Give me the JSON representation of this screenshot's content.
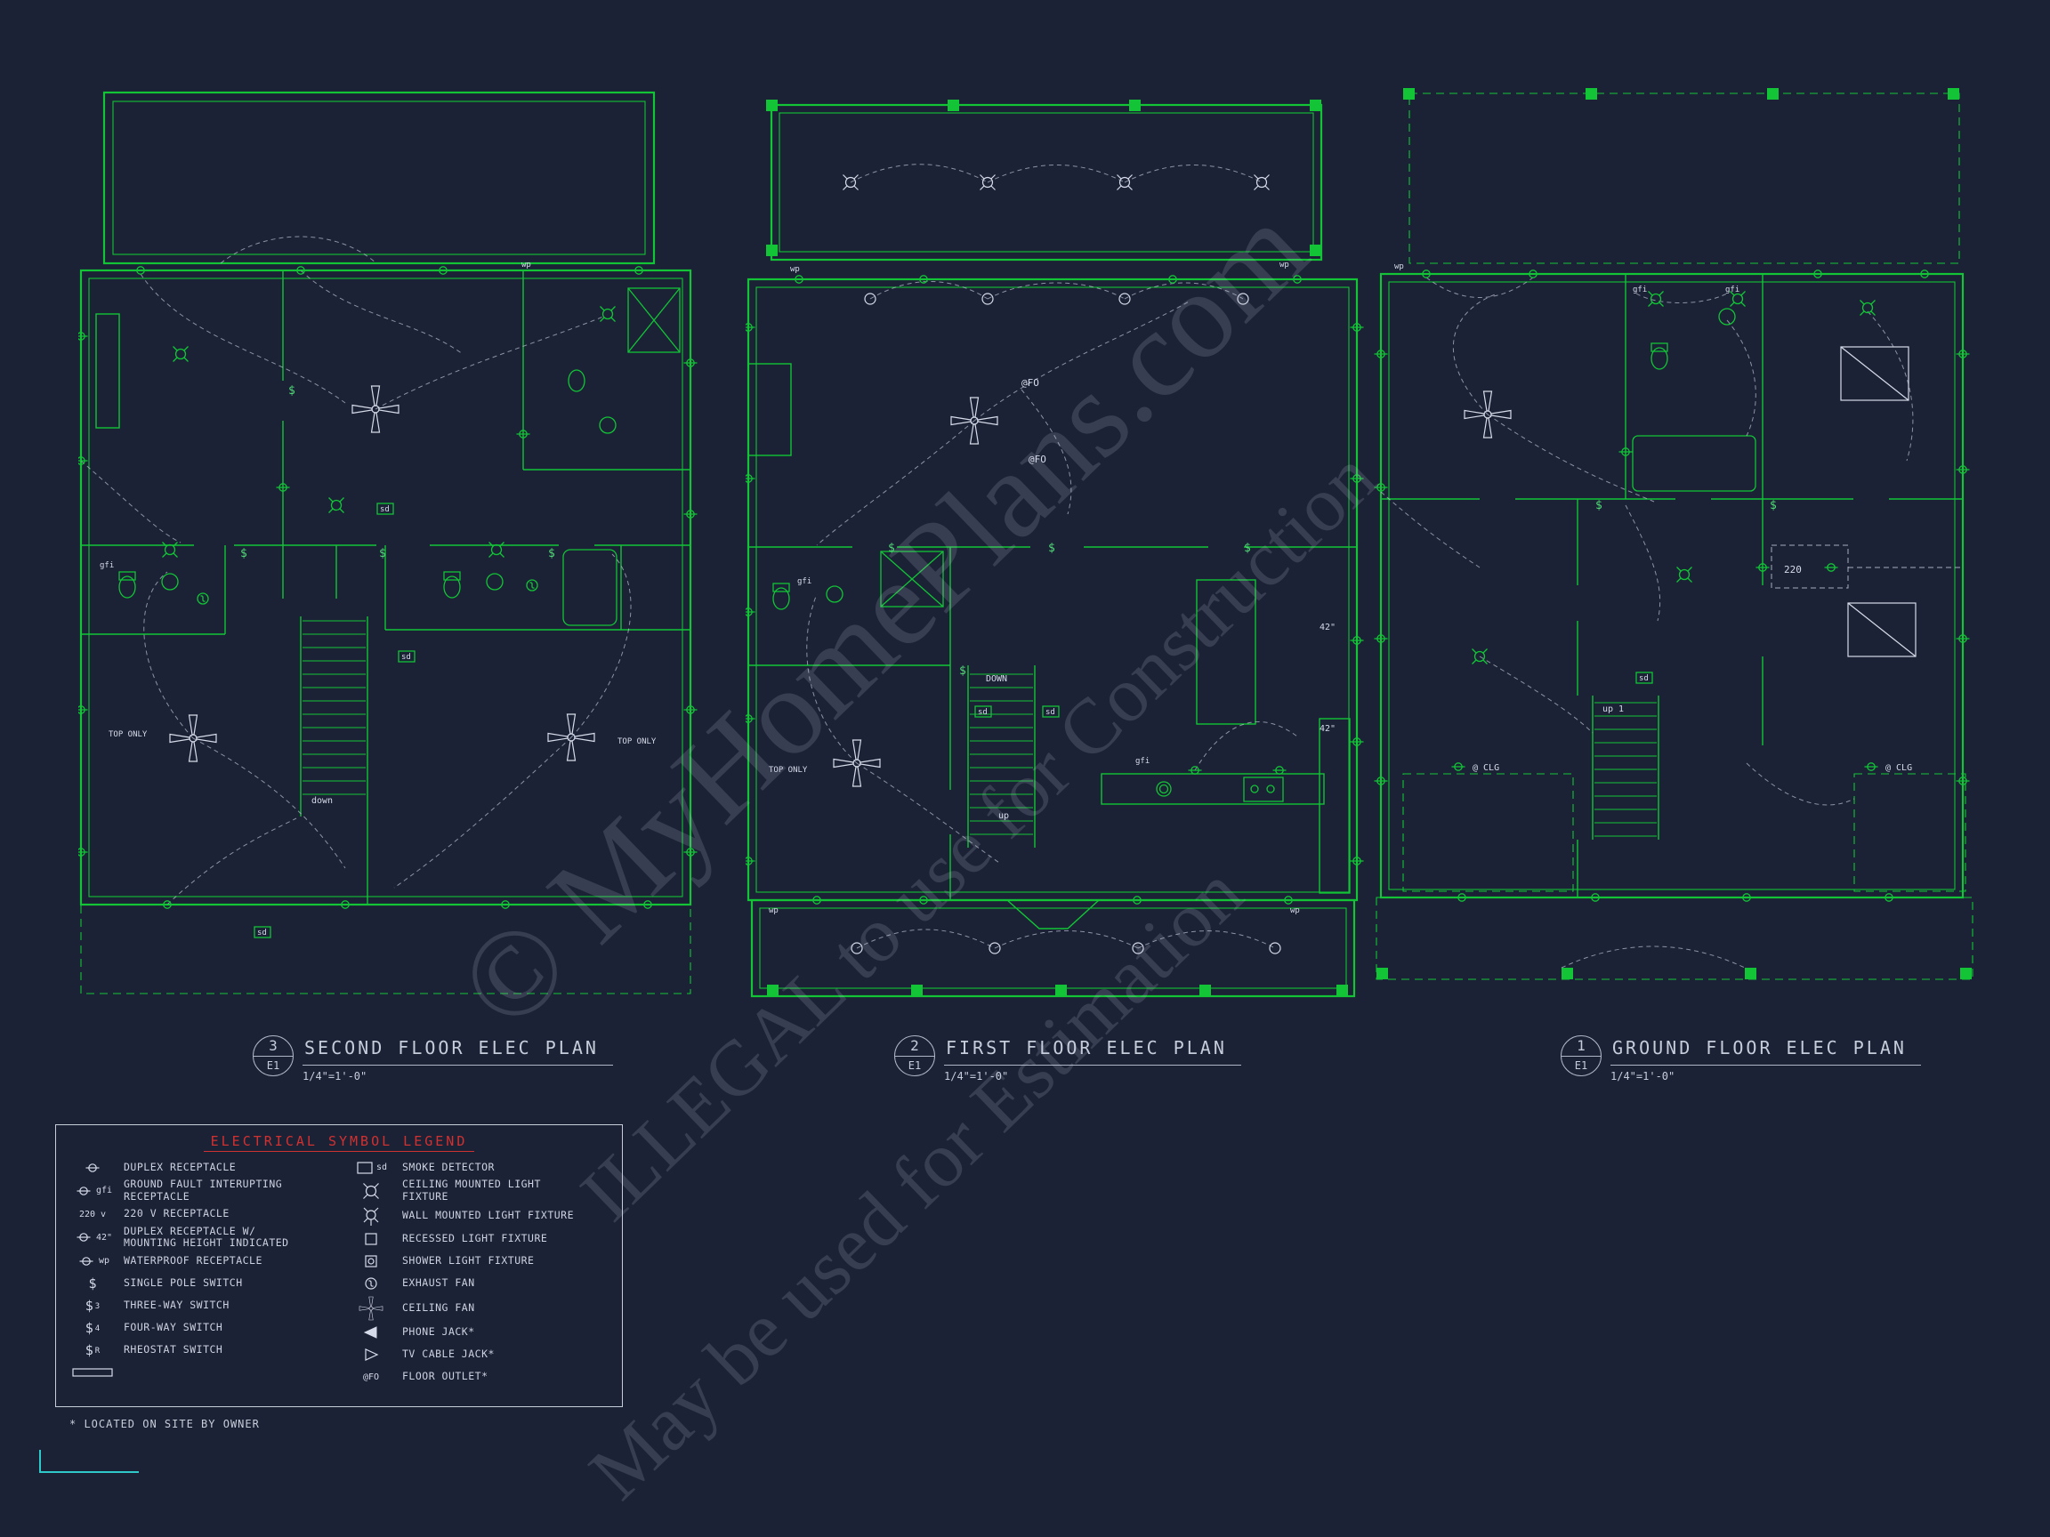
{
  "colors": {
    "background": "#1c2235",
    "cad_green": "#12c436",
    "wire_white": "#c7cfdf",
    "legend_red": "#d03131",
    "text_gray": "#c6cdda",
    "teal": "#2fc9c9"
  },
  "plans": [
    {
      "number": "3",
      "sheet": "E1",
      "title": "SECOND FLOOR ELEC PLAN",
      "scale": "1/4\"=1'-0\"",
      "labels": {
        "top_only": "TOP ONLY",
        "down": "down",
        "sd": "sd",
        "gfi": "gfi",
        "wp": "wp",
        "sw": "$"
      }
    },
    {
      "number": "2",
      "sheet": "E1",
      "title": "FIRST FLOOR ELEC PLAN",
      "scale": "1/4\"=1'-0\"",
      "labels": {
        "top_only": "TOP ONLY",
        "down": "DOWN",
        "up": "up",
        "sd": "sd",
        "gfi": "gfi",
        "wp": "wp",
        "sw": "$",
        "floor_outlet": "@FO",
        "h42": "42\""
      }
    },
    {
      "number": "1",
      "sheet": "E1",
      "title": "GROUND FLOOR ELEC PLAN",
      "scale": "1/4\"=1'-0\"",
      "labels": {
        "up1": "up 1",
        "clg": "@ CLG",
        "gfi": "gfi",
        "wp": "wp",
        "v220": "220",
        "sw": "$",
        "sd": "sd"
      }
    }
  ],
  "legend": {
    "title": "ELECTRICAL SYMBOL LEGEND",
    "footnote": "* LOCATED ON SITE BY OWNER",
    "left": [
      {
        "label": "DUPLEX RECEPTACLE"
      },
      {
        "tag": "gfi",
        "label": "GROUND FAULT INTERUPTING RECEPTACLE"
      },
      {
        "tag": "220 v",
        "label": "220 V RECEPTACLE"
      },
      {
        "tag": "42\"",
        "label": "DUPLEX RECEPTACLE W/ MOUNTING HEIGHT INDICATED"
      },
      {
        "tag": "wp",
        "label": "WATERPROOF RECEPTACLE"
      },
      {
        "sym": "$",
        "sub": "",
        "label": "SINGLE POLE SWITCH"
      },
      {
        "sym": "$",
        "sub": "3",
        "label": "THREE-WAY SWITCH"
      },
      {
        "sym": "$",
        "sub": "4",
        "label": "FOUR-WAY SWITCH"
      },
      {
        "sym": "$",
        "sub": "R",
        "label": "RHEOSTAT SWITCH"
      },
      {
        "label": ""
      }
    ],
    "right": [
      {
        "tag": "sd",
        "label": "SMOKE DETECTOR"
      },
      {
        "label": "CEILING MOUNTED LIGHT FIXTURE"
      },
      {
        "label": "WALL MOUNTED LIGHT FIXTURE"
      },
      {
        "label": "RECESSED LIGHT FIXTURE"
      },
      {
        "label": "SHOWER LIGHT FIXTURE"
      },
      {
        "label": "EXHAUST FAN"
      },
      {
        "label": "CEILING FAN"
      },
      {
        "label": "PHONE JACK*"
      },
      {
        "label": "TV CABLE JACK*"
      },
      {
        "tag": "@FO",
        "label": "FLOOR OUTLET*"
      }
    ]
  },
  "watermark": {
    "line1": "© MyHomePlans.com",
    "line2": "ILLEGAL to use for Construction",
    "line3": "May be used for Estimation"
  }
}
